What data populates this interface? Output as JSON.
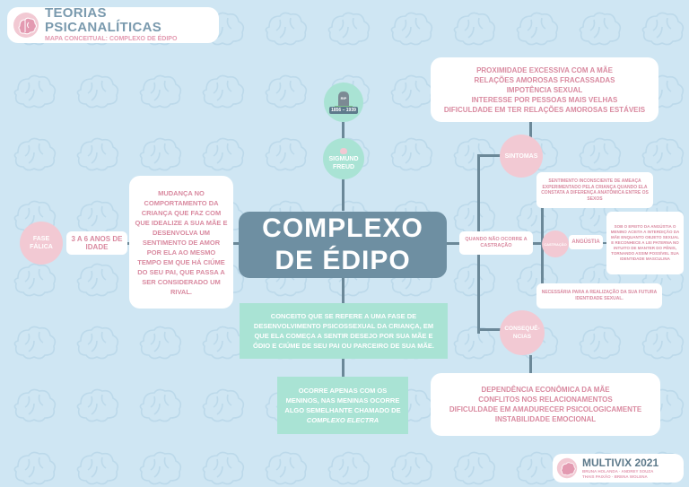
{
  "header": {
    "title": "TEORIAS PSICANALÍTICAS",
    "subtitle": "MAPA CONCEITUAL: COMPLEXO DE ÉDIPO",
    "icon": "brain-icon"
  },
  "center": {
    "title": "COMPLEXO DE ÉDIPO"
  },
  "freud": {
    "years": "1856 – 1939",
    "name": "SIGMUND FREUD",
    "icon": "tombstone-icon"
  },
  "left": {
    "phase": "FASE FÁLICA",
    "age": "3 A 6 ANOS DE IDADE",
    "description": "MUDANÇA NO COMPORTAMENTO DA CRIANÇA QUE FAZ COM QUE IDEALIZE A SUA MÃE E DESENVOLVA UM SENTIMENTO DE AMOR POR ELA AO MESMO TEMPO EM QUE HÁ CIÚME DO SEU PAI, QUE PASSA A SER CONSIDERADO UM RIVAL."
  },
  "concept": "CONCEITO QUE SE REFERE A UMA FASE DE DESENVOLVIMENTO PSICOSSEXUAL DA CRIANÇA, EM QUE ELA COMEÇA A SENTIR DESEJO POR SUA MÃE E ÓDIO E CIÚME DE SEU PAI OU PARCEIRO DE SUA MÃE.",
  "girls": {
    "text": "OCORRE APENAS COM OS MENINOS, NAS MENINAS OCORRE ALGO SEMELHANTE CHAMADO DE",
    "italic": "COMPLEXO ELECTRA"
  },
  "castration": {
    "when": "QUANDO NÃO OCORRE A CASTRAÇÃO",
    "label": "CASTRAÇÃO",
    "anguish": "ANGÚSTIA",
    "threat": "SENTIMENTO INCONSCIENTE DE AMEAÇA EXPERIMENTADO PELA CRIANÇA QUANDO ELA CONSTATA A DIFERENÇA ANATÔMICA ENTRE OS SEXOS",
    "anguish_desc": "SOB O EFEITO DA ANGÚSTIA O MENINO ACEITA A INTERDIÇÃO DA MÃE ENQUANTO OBJETO SEXUAL E RECONHECE A LEI PATERNA NO INTUITO DE MANTER DO PÊNIS, TORNANDO ASSIM POSSÍVEL SUA IDENTIDADE MASCULINA",
    "necessary": "NECESSÁRIA PARA A REALIZAÇÃO DA SUA FUTURA IDENTIDADE SEXUAL."
  },
  "symptoms": {
    "label": "SINTOMAS",
    "items": [
      "PROXIMIDADE EXCESSIVA COM A MÃE",
      "RELAÇÕES AMOROSAS FRACASSADAS",
      "IMPOTÊNCIA SEXUAL",
      "INTERESSE POR PESSOAS MAIS VELHAS",
      "DIFICULDADE EM TER RELAÇÕES AMOROSAS ESTÁVEIS"
    ]
  },
  "consequences": {
    "label": "CONSEQUÊNCIAS",
    "label_display": "CONSEQUÊ-NCIAS",
    "items": [
      "DEPENDÊNCIA ECONÔMICA DA MÃE",
      "CONFLITOS NOS RELACIONAMENTOS",
      "DIFICULDADE EM AMADURECER PSICOLOGICAMENTE",
      "INSTABILIDADE EMOCIONAL"
    ]
  },
  "footer": {
    "brand": "MULTIVIX 2021",
    "line1": "BRUNA HOLANDA · ANDREY SOUZA",
    "line2": "THAIS PAIXÃO · BRENA WOLENA"
  },
  "colors": {
    "background": "#cfe6f3",
    "pink": "#f2c9d3",
    "teal": "#a9e3d4",
    "slate": "#6e8fa2",
    "text_pink": "#d98aa0"
  }
}
